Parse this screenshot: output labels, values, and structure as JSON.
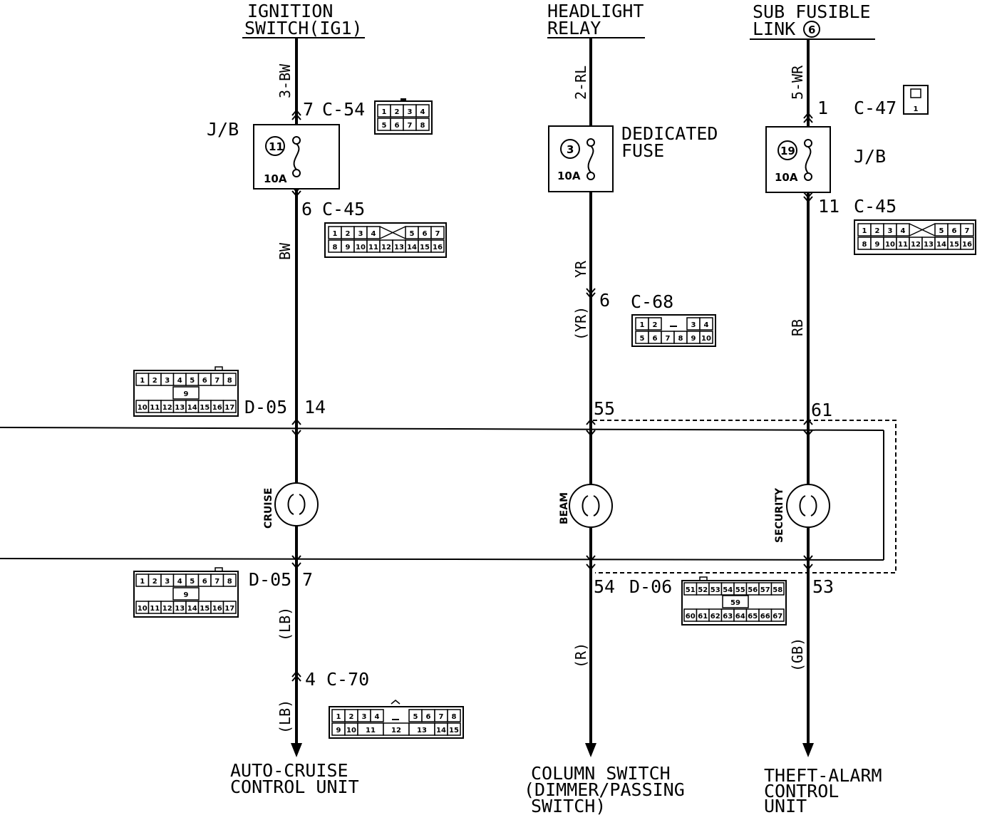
{
  "sources": {
    "left": {
      "line1": "IGNITION",
      "line2": "SWITCH(IG1)"
    },
    "middle": {
      "line1": "HEADLIGHT",
      "line2": "RELAY"
    },
    "right": {
      "line1": "SUB FUSIBLE",
      "line2": "LINK",
      "link_num": "6"
    }
  },
  "wires": {
    "left_top": "3-BW",
    "left_mid": "BW",
    "left_bot1": "(LB)",
    "left_bot2": "(LB)",
    "mid_top": "2-RL",
    "mid_mid1": "YR",
    "mid_mid2": "(YR)",
    "mid_bot": "(R)",
    "right_top": "5-WR",
    "right_mid": "RB",
    "right_bot": "(GB)"
  },
  "fuses": {
    "left": {
      "num": "11",
      "rating": "10A",
      "box_label": "J/B"
    },
    "middle": {
      "num": "3",
      "rating": "10A",
      "box_label1": "DEDICATED",
      "box_label2": "FUSE"
    },
    "right": {
      "num": "19",
      "rating": "10A",
      "box_label": "J/B"
    }
  },
  "connectors": {
    "c54": {
      "pin": "7",
      "name": "C-54",
      "row1": [
        "1",
        "2",
        "3",
        "4"
      ],
      "row2": [
        "5",
        "6",
        "7",
        "8"
      ]
    },
    "c45_left": {
      "pin": "6",
      "name": "C-45",
      "row1": [
        "1",
        "2",
        "3",
        "4",
        "5",
        "6",
        "7"
      ],
      "row2": [
        "8",
        "9",
        "10",
        "11",
        "12",
        "13",
        "14",
        "15",
        "16"
      ]
    },
    "c47": {
      "pin": "1",
      "name": "C-47",
      "pin_num": "1"
    },
    "c45_right": {
      "pin": "11",
      "name": "C-45",
      "row1": [
        "1",
        "2",
        "3",
        "4",
        "5",
        "6",
        "7"
      ],
      "row2": [
        "8",
        "9",
        "10",
        "11",
        "12",
        "13",
        "14",
        "15",
        "16"
      ]
    },
    "c68": {
      "pin": "6",
      "name": "C-68",
      "row1": [
        "1",
        "2",
        "3",
        "4"
      ],
      "row2": [
        "5",
        "6",
        "7",
        "8",
        "9",
        "10"
      ]
    },
    "d05_top": {
      "pin": "14",
      "name": "D-05",
      "row1": [
        "1",
        "2",
        "3",
        "4",
        "5",
        "6",
        "7",
        "8"
      ],
      "mid": "9",
      "row2": [
        "10",
        "11",
        "12",
        "13",
        "14",
        "15",
        "16",
        "17"
      ]
    },
    "d05_bot": {
      "pin": "7",
      "name": "D-05",
      "row1": [
        "1",
        "2",
        "3",
        "4",
        "5",
        "6",
        "7",
        "8"
      ],
      "mid": "9",
      "row2": [
        "10",
        "11",
        "12",
        "13",
        "14",
        "15",
        "16",
        "17"
      ]
    },
    "mid_top_pin": "55",
    "right_top_pin": "61",
    "d06": {
      "pin": "54",
      "name": "D-06",
      "row1": [
        "51",
        "52",
        "53",
        "54",
        "55",
        "56",
        "57",
        "58"
      ],
      "mid": "59",
      "row2": [
        "60",
        "61",
        "62",
        "63",
        "64",
        "65",
        "66",
        "67"
      ]
    },
    "right_bot_pin": "53",
    "c70": {
      "pin": "4",
      "name": "C-70",
      "row1": [
        "1",
        "2",
        "3",
        "4",
        "5",
        "6",
        "7",
        "8"
      ],
      "row2": [
        "9",
        "10",
        "11",
        "12",
        "13",
        "14",
        "15"
      ]
    }
  },
  "clock_spring": {
    "left": "CRUISE",
    "middle": "BEAM",
    "right": "SECURITY"
  },
  "destinations": {
    "left": {
      "line1": "AUTO-CRUISE",
      "line2": "CONTROL UNIT"
    },
    "middle": {
      "line1": "COLUMN SWITCH",
      "line2": "(DIMMER/PASSING",
      "line3": "SWITCH)"
    },
    "right": {
      "line1": "THEFT-ALARM",
      "line2": "CONTROL",
      "line3": "UNIT"
    }
  }
}
